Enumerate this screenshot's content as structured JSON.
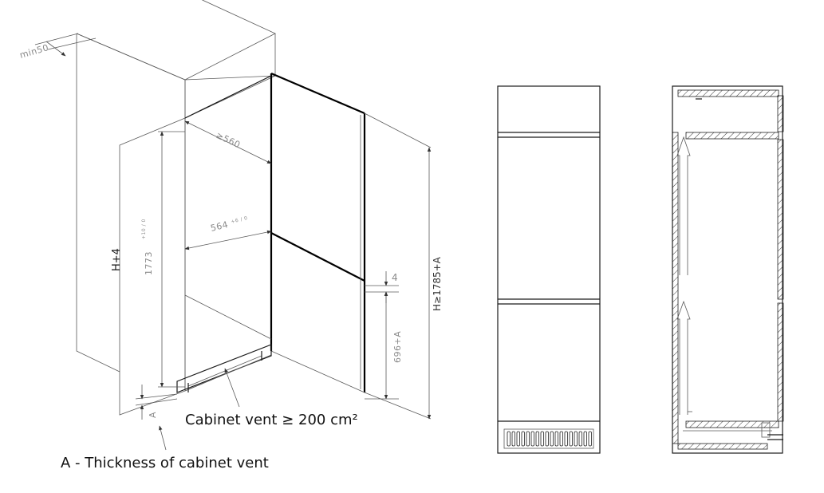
{
  "labels": {
    "min_gap": "min50",
    "cabinet_depth_min": "≥560",
    "cabinet_width": "564",
    "cabinet_width_tol": "+6 / 0",
    "niche_height": "1773",
    "niche_height_tol": "+10 / 0",
    "total_height": "H+4",
    "door_gap": "4",
    "lower_door_height": "696+A",
    "overall_height": "H≥1785+A",
    "vent_thickness_symbol": "A",
    "cabinet_vent": "Cabinet vent ≥ 200 cm²",
    "thickness_note": "A - Thickness of cabinet vent"
  }
}
